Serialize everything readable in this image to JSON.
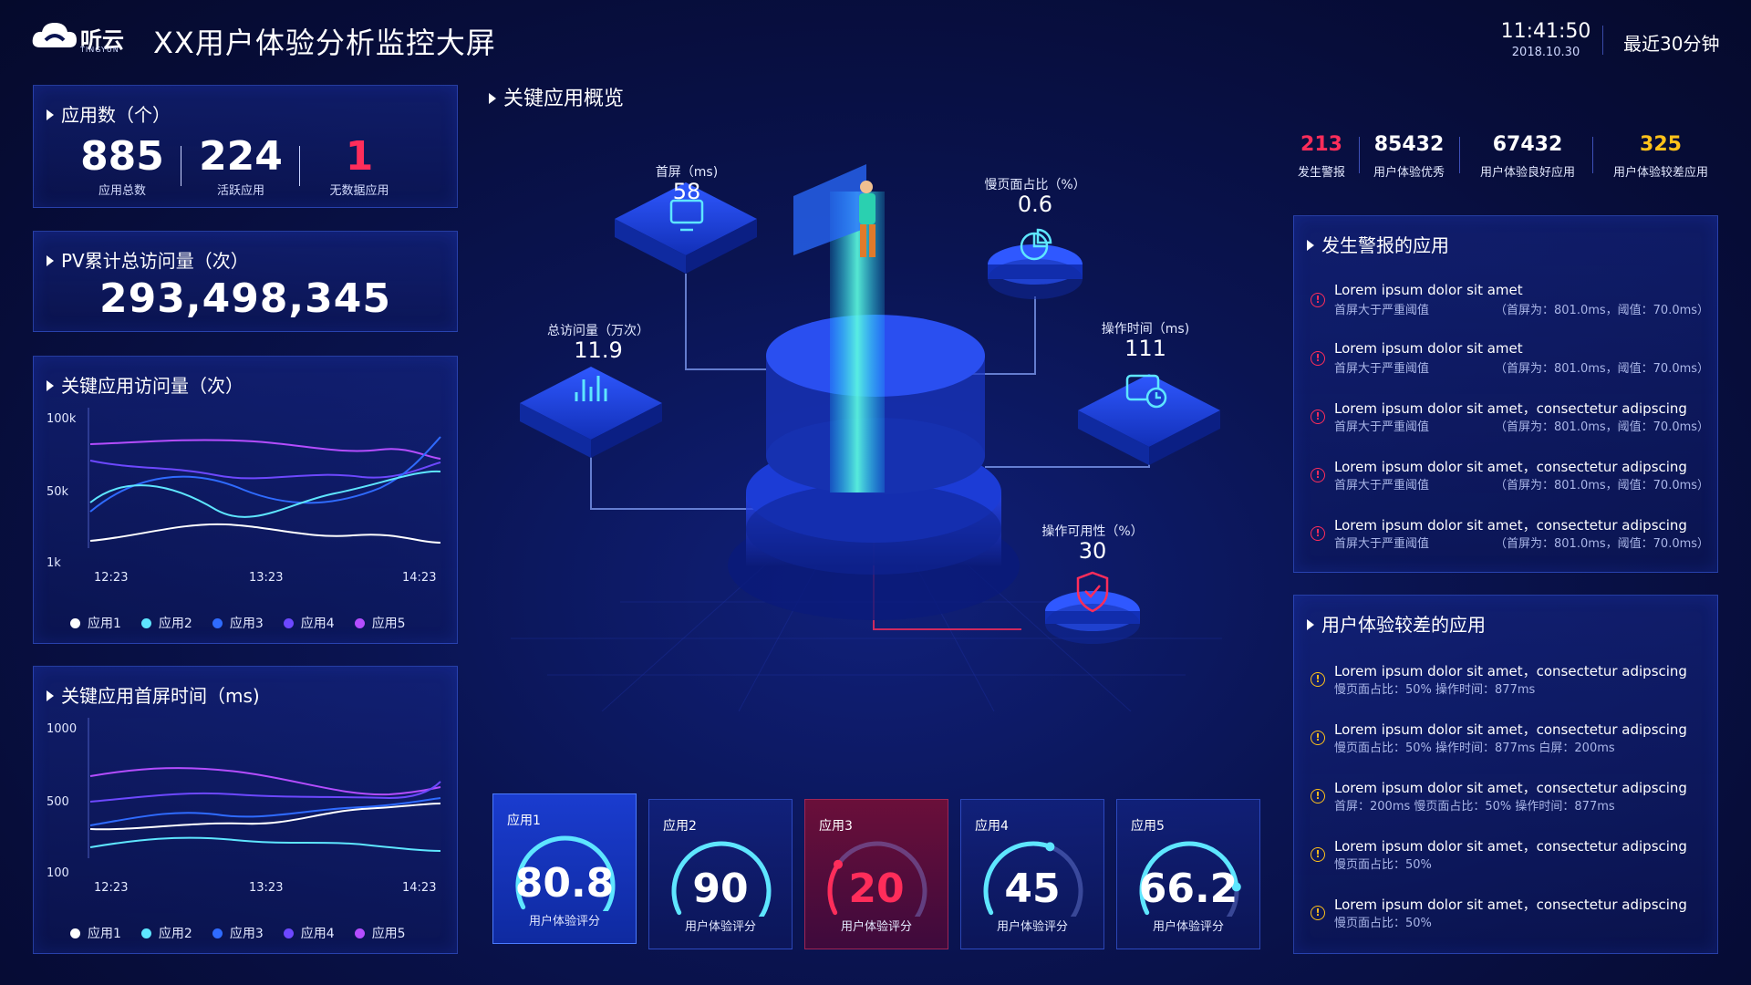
{
  "header": {
    "logo_text": "听云",
    "logo_sub": "TINGYUN",
    "title": "XX用户体验分析监控大屏",
    "time": "11:41:50",
    "date": "2018.10.30",
    "range": "最近30分钟"
  },
  "app_count": {
    "title": "应用数（个）",
    "items": [
      {
        "value": "885",
        "label": "应用总数",
        "color": "#ffffff"
      },
      {
        "value": "224",
        "label": "活跃应用",
        "color": "#ffffff"
      },
      {
        "value": "1",
        "label": "无数据应用",
        "color": "#ff2d5a"
      }
    ]
  },
  "pv": {
    "title": "PV累计总访问量（次）",
    "total": "293,498,345"
  },
  "visits_panel": {
    "title": "关键应用访问量（次）",
    "y_ticks": [
      "100k",
      "50k",
      "1k"
    ],
    "x_ticks": [
      "12:23",
      "13:23",
      "14:23"
    ]
  },
  "fst_panel": {
    "title": "关键应用首屏时间（ms)",
    "y_ticks": [
      "1000",
      "500",
      "100"
    ],
    "x_ticks": [
      "12:23",
      "13:23",
      "14:23"
    ]
  },
  "legend": [
    {
      "name": "应用1",
      "color": "#ffffff"
    },
    {
      "name": "应用2",
      "color": "#5ee6ff"
    },
    {
      "name": "应用3",
      "color": "#2f6bff"
    },
    {
      "name": "应用4",
      "color": "#6d48ff"
    },
    {
      "name": "应用5",
      "color": "#b44dff"
    }
  ],
  "center": {
    "title": "关键应用概览",
    "nodes": [
      {
        "label": "首屏（ms)",
        "value": "58",
        "icon": "monitor-icon"
      },
      {
        "label": "慢页面占比（%）",
        "value": "0.6",
        "icon": "pie-icon"
      },
      {
        "label": "总访问量（万次）",
        "value": "11.9",
        "icon": "bar-chart-icon"
      },
      {
        "label": "操作时间（ms)",
        "value": "111",
        "icon": "clock-window-icon"
      },
      {
        "label": "操作可用性（%）",
        "value": "30",
        "icon": "shield-icon"
      }
    ]
  },
  "cards": [
    {
      "name": "应用1",
      "score": "80.8",
      "label": "用户体验评分",
      "ratio": 0.81,
      "state": "active",
      "arc": "#5ee6ff",
      "score_color": "#ffffff"
    },
    {
      "name": "应用2",
      "score": "90",
      "label": "用户体验评分",
      "ratio": 0.9,
      "state": "normal",
      "arc": "#5ee6ff",
      "score_color": "#ffffff"
    },
    {
      "name": "应用3",
      "score": "20",
      "label": "用户体验评分",
      "ratio": 0.2,
      "state": "warn",
      "arc": "#ff2d5a",
      "score_color": "#ff2d5a"
    },
    {
      "name": "应用4",
      "score": "45",
      "label": "用户体验评分",
      "ratio": 0.45,
      "state": "normal",
      "arc": "#5ee6ff",
      "score_color": "#ffffff"
    },
    {
      "name": "应用5",
      "score": "66.2",
      "label": "用户体验评分",
      "ratio": 0.66,
      "state": "normal",
      "arc": "#5ee6ff",
      "score_color": "#ffffff"
    }
  ],
  "summary": [
    {
      "value": "213",
      "label": "发生警报",
      "color": "#ff2d5a"
    },
    {
      "value": "85432",
      "label": "用户体验优秀",
      "color": "#ffffff"
    },
    {
      "value": "67432",
      "label": "用户体验良好应用",
      "color": "#ffffff"
    },
    {
      "value": "325",
      "label": "用户体验较差应用",
      "color": "#ffc21a"
    }
  ],
  "alerts": {
    "title": "发生警报的应用",
    "items": [
      {
        "t1": "Lorem ipsum dolor sit amet",
        "t2": "首屏大于严重阈值",
        "t3": "（首屏为：801.0ms，阈值：70.0ms）"
      },
      {
        "t1": "Lorem ipsum dolor sit amet",
        "t2": "首屏大于严重阈值",
        "t3": "（首屏为：801.0ms，阈值：70.0ms）"
      },
      {
        "t1": "Lorem ipsum dolor sit amet，consectetur adipscing",
        "t2": "首屏大于严重阈值",
        "t3": "（首屏为：801.0ms，阈值：70.0ms）"
      },
      {
        "t1": "Lorem ipsum dolor sit amet，consectetur adipscing",
        "t2": "首屏大于严重阈值",
        "t3": "（首屏为：801.0ms，阈值：70.0ms）"
      },
      {
        "t1": "Lorem ipsum dolor sit amet，consectetur adipscing",
        "t2": "首屏大于严重阈值",
        "t3": "（首屏为：801.0ms，阈值：70.0ms）"
      }
    ]
  },
  "poor": {
    "title": "用户体验较差的应用",
    "items": [
      {
        "t1": "Lorem ipsum dolor sit amet，consectetur adipscing",
        "t2": "慢页面占比：50%    操作时间：877ms"
      },
      {
        "t1": "Lorem ipsum dolor sit amet，consectetur adipscing",
        "t2": "慢页面占比：50%    操作时间：877ms    白屏：200ms"
      },
      {
        "t1": "Lorem ipsum dolor sit amet，consectetur adipscing",
        "t2": "首屏：200ms    慢页面占比：50%    操作时间：877ms"
      },
      {
        "t1": "Lorem ipsum dolor sit amet，consectetur adipscing",
        "t2": "慢页面占比：50%"
      },
      {
        "t1": "Lorem ipsum dolor sit amet，consectetur adipscing",
        "t2": "慢页面占比：50%"
      }
    ]
  }
}
